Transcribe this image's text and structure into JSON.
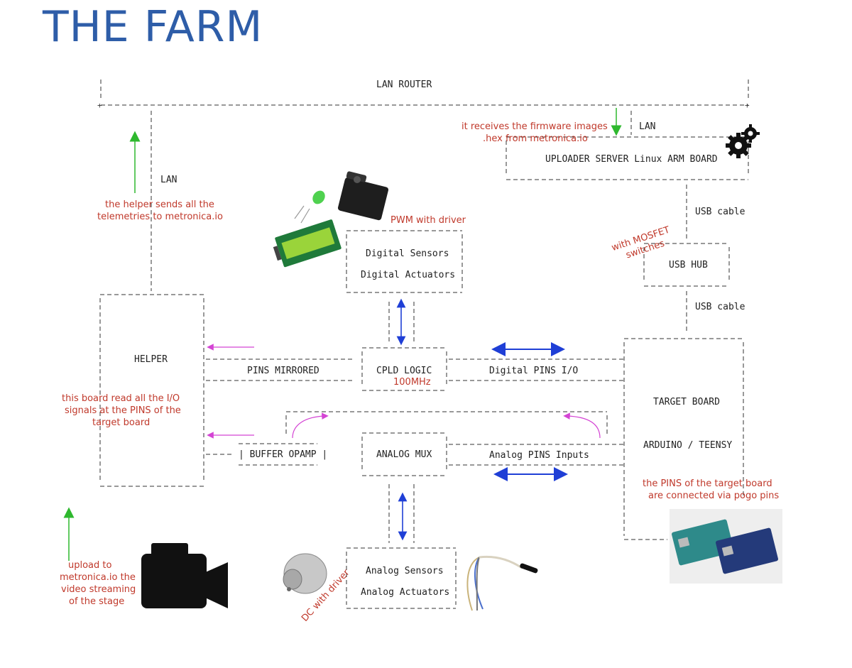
{
  "title": "THE FARM",
  "blocks": {
    "lan_router": "LAN ROUTER",
    "uploader_server": "UPLOADER SERVER Linux ARM BOARD",
    "lan_upper": "LAN",
    "lan_left": "LAN",
    "usb_cable_1": "USB cable",
    "usb_cable_2": "USB cable",
    "usb_hub": "USB HUB",
    "digital_sensors": "Digital Sensors",
    "digital_actuators": "Digital Actuators",
    "helper": "HELPER",
    "pins_mirrored": "PINS MIRRORED",
    "cpld_logic": "CPLD LOGIC",
    "digital_pins_io": "Digital PINS I/O",
    "buffer_opamp": "| BUFFER OPAMP |",
    "analog_mux": "ANALOG MUX",
    "analog_pins_inputs": "Analog PINS Inputs",
    "target_board": "TARGET BOARD",
    "arduino_teensy": "ARDUINO / TEENSY",
    "analog_sensors": "Analog Sensors",
    "analog_actuators": "Analog Actuators"
  },
  "notes": {
    "firmware_line1": "it receives the firmware images",
    "firmware_line2": ".hex from metronica.io",
    "telemetry_line1": "the helper sends all the",
    "telemetry_line2": "telemetries to metronica.io",
    "pwm_driver": "PWM with driver",
    "mosfet_line1": "with MOSFET",
    "mosfet_line2": "switches",
    "cpld_freq": "100MHz",
    "helper_read_line1": "this board read all the I/O",
    "helper_read_line2": "signals at the PINS of the",
    "helper_read_line3": "target board",
    "pogo_line1": "the PINS of the target board",
    "pogo_line2": "are connected via pogo pins",
    "video_line1": "upload to",
    "video_line2": "metronica.io the",
    "video_line3": "video streaming",
    "video_line4": "of the stage",
    "dc_driver": "DC with driver"
  },
  "icons": {
    "gears": "gears-icon",
    "camera": "video-camera-icon",
    "servo": "servo-motor-icon",
    "led": "led-icon",
    "lcd": "lcd-display-icon",
    "dc_motor": "dc-motor-icon",
    "temp_sensor": "temperature-probe-icon",
    "arduino": "arduino-boards-icon"
  },
  "colors": {
    "title": "#2e5da8",
    "note": "#c0392b",
    "green_arrow": "#2eb82e",
    "blue_arrow": "#1f3fd6",
    "magenta_arrow": "#d444d4"
  }
}
